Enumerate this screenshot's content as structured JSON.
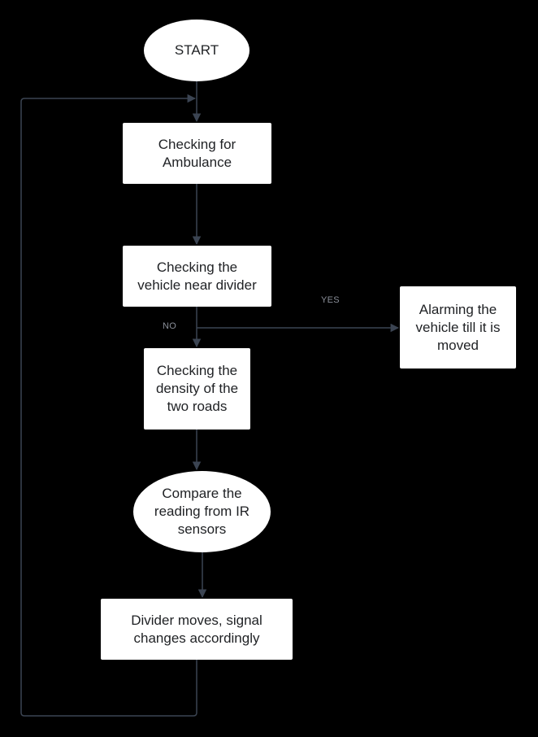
{
  "colors": {
    "background": "#000000",
    "node_fill": "#ffffff",
    "node_text": "#1f2124",
    "edge": "#3b4452",
    "edge_label": "#8a8f99"
  },
  "nodes": {
    "start": "START",
    "check_ambulance": "Checking  for\nAmbulance",
    "check_divider": "Checking the\nvehicle near divider",
    "alarm": "Alarming the\nvehicle till it is\nmoved",
    "check_density": "Checking the\ndensity of the\ntwo roads",
    "compare": "Compare the\nreading from IR\nsensors",
    "divider_moves": "Divider moves, signal\nchanges accordingly"
  },
  "edge_labels": {
    "yes": "YES",
    "no": "NO"
  }
}
